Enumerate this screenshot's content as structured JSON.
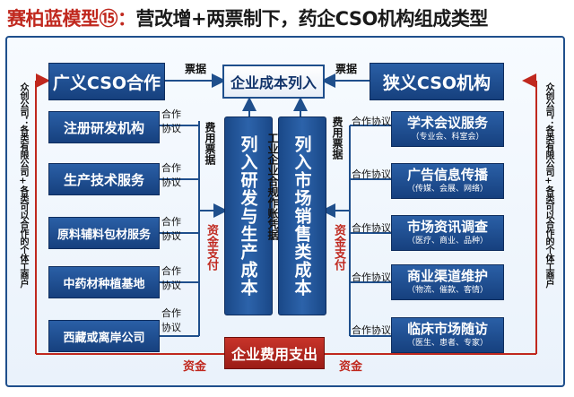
{
  "title": {
    "brand": "赛柏蓝模型⑮：",
    "rest": "营改增+两票制下，药企CSO机构组成类型"
  },
  "center": {
    "top_box": "企业成本列入",
    "bottom_box": "企业费用支出",
    "col_left": "列入研发与生产成本",
    "col_right": "列入市场销售类成本",
    "mid_text": "工业企业合规作账凭据"
  },
  "left": {
    "head": "广义CSO合作",
    "items": [
      "注册研发机构",
      "生产技术服务",
      "原料辅料包材服务",
      "中药材种植基地",
      "西藏或离岸公司"
    ],
    "side_text": "众创公司：各类有限公司+各类可以合作的个体工商户"
  },
  "right": {
    "head": "狭义CSO机构",
    "items": [
      {
        "main": "学术会议服务",
        "sub": "（专业会、科室会）"
      },
      {
        "main": "广告信息传播",
        "sub": "（传媒、会展、网络）"
      },
      {
        "main": "市场资讯调查",
        "sub": "（医疗、商业、品种）"
      },
      {
        "main": "商业渠道维护",
        "sub": "（物流、催款、客情）"
      },
      {
        "main": "临床市场随访",
        "sub": "（医生、患者、专家）"
      }
    ],
    "side_text": "众创公司：各类有限公司+各类可以合作的个体工商户"
  },
  "labels": {
    "invoice": "票据",
    "coop_a": "合作",
    "coop_b": "协议",
    "coop_agreement": "合作协议",
    "fee_invoice": "费用票据",
    "fund_payment": "资金支付",
    "funds": "资金"
  },
  "colors": {
    "blue": "#1f4f8c",
    "red": "#c0281e",
    "dark_red": "#9b1c16"
  }
}
